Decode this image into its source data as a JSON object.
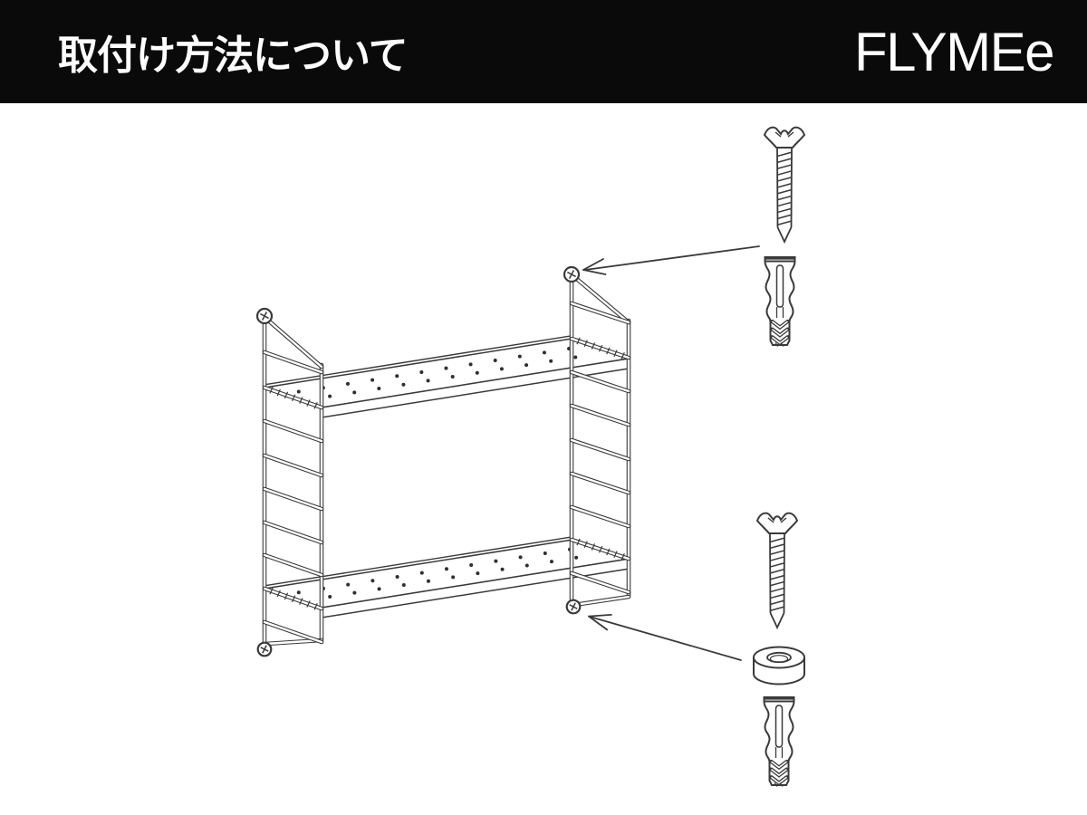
{
  "header": {
    "title": "取付け方法について",
    "logo": "FLYMEe",
    "background": "#0a0a0a",
    "text_color": "#ffffff"
  },
  "diagram": {
    "line_color": "#3a3a3a",
    "background": "#ffffff",
    "parts": [
      "two-tier-string-wall-shelf-drawing",
      "left-ladder-side-panel",
      "right-ladder-side-panel",
      "perforated-top-shelf",
      "perforated-bottom-shelf",
      "top-mounting-screw-head",
      "bottom-mounting-screw-head",
      "countersunk-screw-top",
      "wall-anchor-plug-top",
      "countersunk-screw-bottom",
      "spacer-ring",
      "wall-anchor-plug-bottom",
      "arrow-to-top-mount-point",
      "arrow-to-bottom-mount-point"
    ]
  }
}
